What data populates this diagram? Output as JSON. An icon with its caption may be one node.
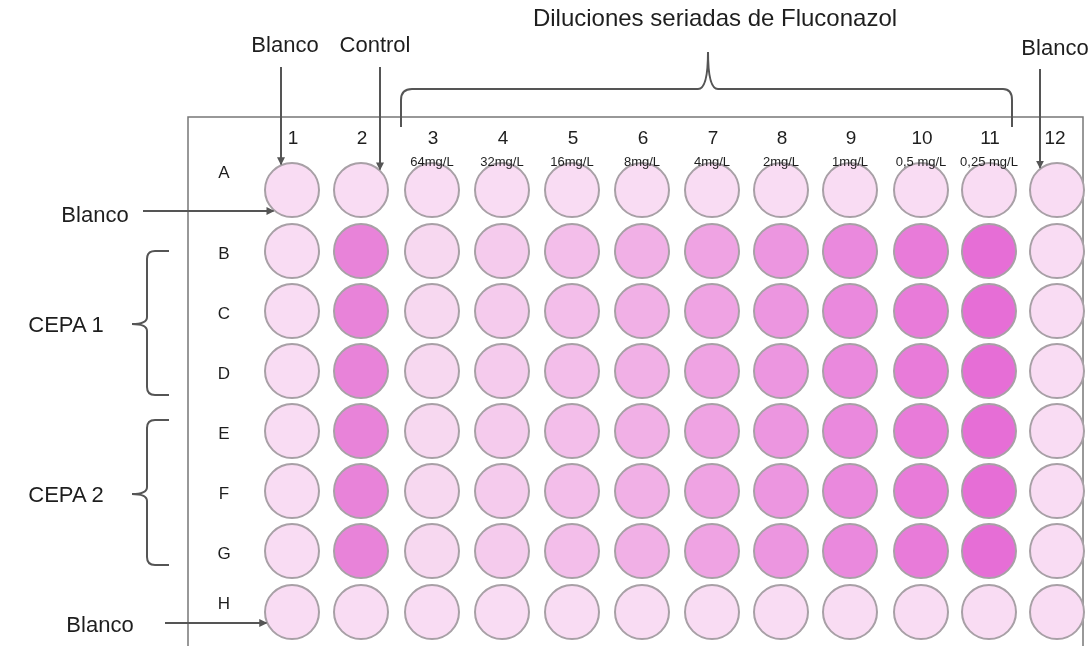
{
  "diagram": {
    "nodes": [
      {
        "text": [
          "Blanco"
        ]
      },
      {
        "text": [
          "Control"
        ]
      },
      {
        "text": [
          "Blanco"
        ]
      },
      {
        "text": [
          "Blanco"
        ]
      },
      {
        "text": [
          "Blanco"
        ]
      },
      {
        "text": [],
        "shape": "circle"
      },
      {
        "text": [],
        "shape": "circle"
      },
      {
        "text": [],
        "shape": "circle"
      },
      {
        "text": [],
        "shape": "circle"
      },
      {
        "text": [],
        "shape": "circle"
      },
      {
        "text": [],
        "shape": "circle"
      },
      {
        "text": [],
        "shape": "circle"
      },
      {
        "text": [],
        "shape": "circle"
      },
      {
        "text": [],
        "shape": "circle"
      },
      {
        "text": [],
        "shape": "circle"
      },
      {
        "text": [],
        "shape": "circle"
      },
      {
        "text": [],
        "shape": "circle"
      },
      {
        "text": [],
        "shape": "circle"
      },
      {
        "text": [],
        "shape": "circle"
      },
      {
        "text": [],
        "shape": "circle"
      },
      {
        "text": [],
        "shape": "circle"
      },
      {
        "text": [],
        "shape": "circle"
      },
      {
        "text": [],
        "shape": "circle"
      },
      {
        "text": [],
        "shape": "circle"
      },
      {
        "text": [],
        "shape": "circle"
      },
      {
        "text": [],
        "shape": "circle"
      },
      {
        "text": [],
        "shape": "circle"
      },
      {
        "text": [],
        "shape": "circle"
      },
      {
        "text": [],
        "shape": "circle"
      },
      {
        "text": [],
        "shape": "circle"
      },
      {
        "text": [],
        "shape": "circle"
      },
      {
        "text": [],
        "shape": "circle"
      },
      {
        "text": [],
        "shape": "circle"
      },
      {
        "text": [],
        "shape": "circle"
      },
      {
        "text": [],
        "shape": "circle"
      },
      {
        "text": [],
        "shape": "circle"
      },
      {
        "text": [],
        "shape": "circle"
      },
      {
        "text": [],
        "shape": "circle"
      },
      {
        "text": [],
        "shape": "circle"
      },
      {
        "text": [],
        "shape": "circle"
      },
      {
        "text": [],
        "shape": "circle"
      },
      {
        "text": [],
        "shape": "circle"
      },
      {
        "text": [],
        "shape": "circle"
      },
      {
        "text": [],
        "shape": "circle"
      },
      {
        "text": [],
        "shape": "circle"
      },
      {
        "text": [],
        "shape": "circle"
      },
      {
        "text": [],
        "shape": "circle"
      },
      {
        "text": [],
        "shape": "circle"
      },
      {
        "text": [],
        "shape": "circle"
      },
      {
        "text": [],
        "shape": "circle"
      },
      {
        "text": [],
        "shape": "circle"
      },
      {
        "text": [],
        "shape": "circle"
      },
      {
        "text": [],
        "shape": "circle"
      },
      {
        "text": [],
        "shape": "circle"
      },
      {
        "text": [],
        "shape": "circle"
      },
      {
        "text": [],
        "shape": "circle"
      },
      {
        "text": [],
        "shape": "circle"
      },
      {
        "text": [],
        "shape": "circle"
      },
      {
        "text": [],
        "shape": "circle"
      },
      {
        "text": [],
        "shape": "circle"
      },
      {
        "text": [],
        "shape": "circle"
      },
      {
        "text": [],
        "shape": "circle"
      },
      {
        "text": [],
        "shape": "circle"
      },
      {
        "text": [],
        "shape": "circle"
      },
      {
        "text": [],
        "shape": "circle"
      },
      {
        "text": [],
        "shape": "circle"
      },
      {
        "text": [],
        "shape": "circle"
      },
      {
        "text": [],
        "shape": "circle"
      },
      {
        "text": [],
        "shape": "circle"
      },
      {
        "text": [],
        "shape": "circle"
      },
      {
        "text": [],
        "shape": "circle"
      },
      {
        "text": [],
        "shape": "circle"
      },
      {
        "text": [],
        "shape": "circle"
      },
      {
        "text": [],
        "shape": "circle"
      },
      {
        "text": [],
        "shape": "circle"
      },
      {
        "text": [],
        "shape": "circle"
      },
      {
        "text": [],
        "shape": "circle"
      },
      {
        "text": [],
        "shape": "circle"
      },
      {
        "text": [],
        "shape": "circle"
      },
      {
        "text": [],
        "shape": "circle"
      },
      {
        "text": [],
        "shape": "circle"
      },
      {
        "text": [],
        "shape": "circle"
      },
      {
        "text": [],
        "shape": "circle"
      },
      {
        "text": [],
        "shape": "circle"
      },
      {
        "text": [],
        "shape": "circle"
      },
      {
        "text": [],
        "shape": "circle"
      },
      {
        "text": [],
        "shape": "circle"
      },
      {
        "text": [],
        "shape": "circle"
      },
      {
        "text": [],
        "shape": "circle"
      },
      {
        "text": [],
        "shape": "circle"
      },
      {
        "text": [],
        "shape": "circle"
      },
      {
        "text": [],
        "shape": "circle"
      },
      {
        "text": [],
        "shape": "circle"
      },
      {
        "text": [],
        "shape": "circle"
      },
      {
        "text": [],
        "shape": "circle"
      },
      {
        "text": [],
        "shape": "circle"
      },
      {
        "text": [],
        "shape": "circle"
      },
      {
        "text": [],
        "shape": "circle"
      },
      {
        "text": [],
        "shape": "circle"
      },
      {
        "text": [],
        "shape": "circle"
      },
      {
        "text": [],
        "shape": "circle"
      }
    ],
    "edges": [
      {
        "from": 0,
        "to": 5,
        "arrow": "to"
      },
      {
        "from": 1,
        "to": 6,
        "arrow": "to"
      },
      {
        "from": 2,
        "to": 16,
        "arrow": "to"
      },
      {
        "from": 3,
        "to": 5,
        "arrow": "to"
      },
      {
        "from": 4,
        "to": 89,
        "arrow": "to"
      }
    ],
    "labels": [
      "Diluciones seriadas de Fluconazol",
      "1",
      "2",
      "3",
      "4",
      "5",
      "6",
      "7",
      "8",
      "9",
      "10",
      "11",
      "12",
      "64mg/L",
      "32mg/L",
      "16mg/L",
      "8mg/L",
      "4mg/L",
      "2mg/L",
      "1mg/L",
      "0,5 mg/L",
      "0,25 mg/L",
      "A",
      "B",
      "C",
      "D",
      "E",
      "F",
      "G",
      "H",
      "CEPA 1",
      "CEPA 2"
    ]
  }
}
